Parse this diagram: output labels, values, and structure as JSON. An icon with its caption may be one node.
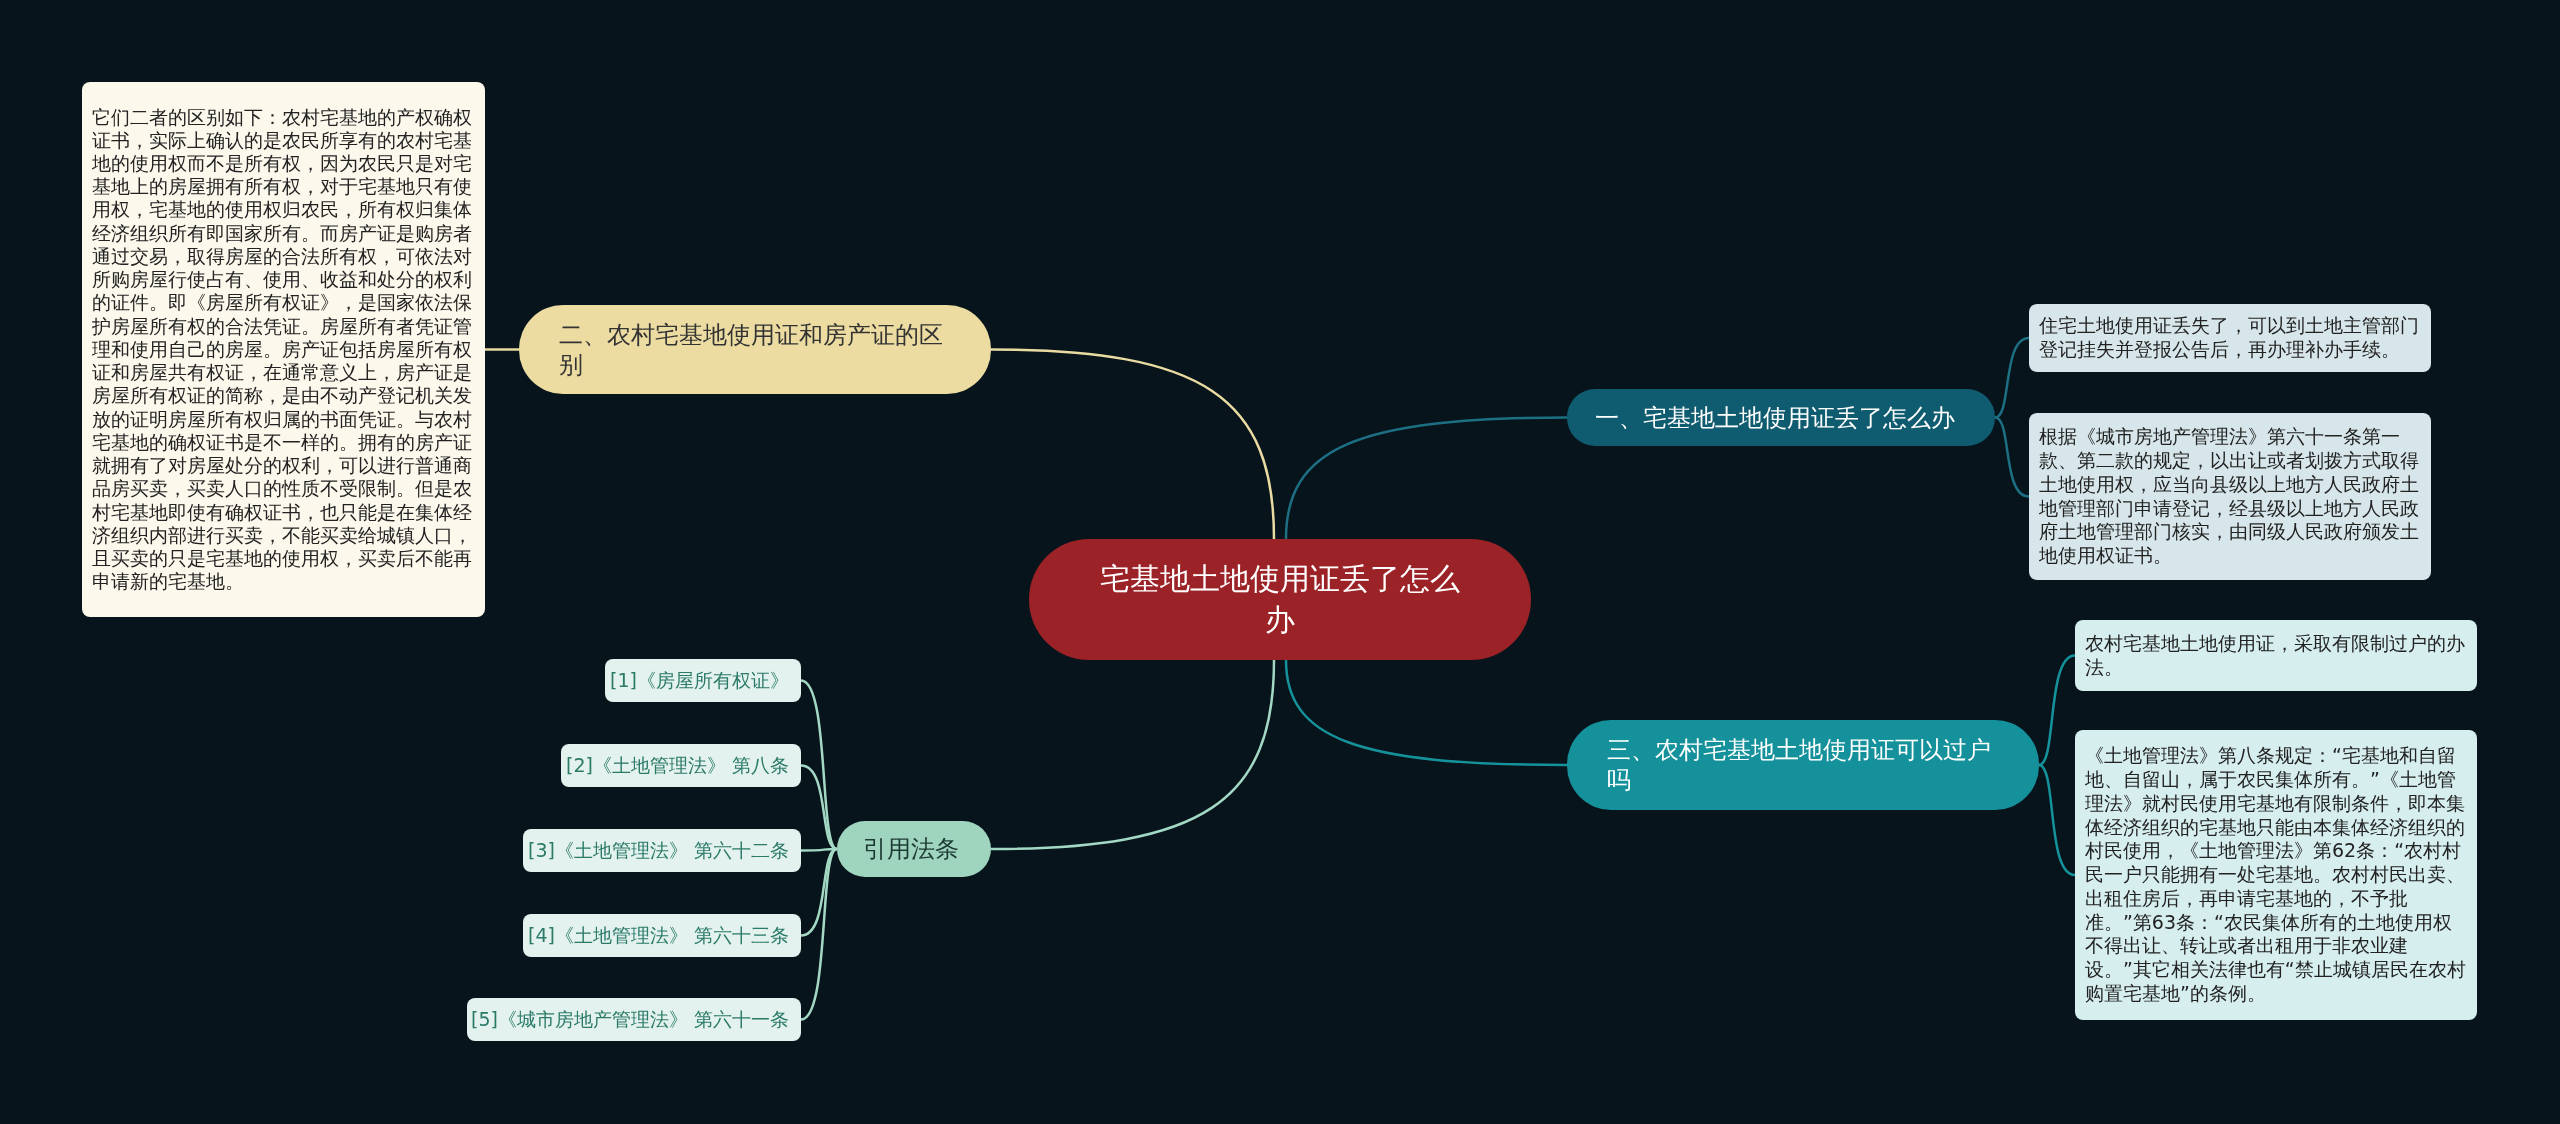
{
  "diagram": {
    "nodes": [
      {
        "text": [
          "宅基地土地使用证丢了怎么办"
        ]
      },
      {
        "text": [
          "一、宅基地土地使用证丢了怎么办"
        ]
      },
      {
        "text": [
          "住宅土地使用证丢失了，可以到土地主管部门登记挂失并登报公告后，再办理补办手续。"
        ]
      },
      {
        "text": [
          "根据《城市房地产管理法》第六十一条第一款、第二款的规定，以出让或者划拨方式取得土地使用权，应当向县级以上地方人民政府土地管理部门申请登记，经县级以上地方人民政府土地管理部门核实，由同级人民政府颁发土地使用权证书。"
        ]
      },
      {
        "text": [
          "二、农村宅基地使用证和房产证的区别"
        ]
      },
      {
        "text": [
          "它们二者的区别如下：农村宅基地的产权确权证书，实际上确认的是农民所享有的农村宅基地的使用权而不是所有权，因为农民只是对宅基地上的房屋拥有所有权，对于宅基地只有使用权，宅基地的使用权归农民，所有权归集体经济组织所有即国家所有。而房产证是购房者通过交易，取得房屋的合法所有权，可依法对所购房屋行使占有、使用、收益和处分的权利的证件。即《房屋所有权证》，是国家依法保护房屋所有权的合法凭证。房屋所有者凭证管理和使用自己的房屋。房产证包括房屋所有权证和房屋共有权证，在通常意义上，房产证是房屋所有权证的简称，是由不动产登记机关发放的证明房屋所有权归属的书面凭证。与农村宅基地的确权证书是不一样的。拥有的房产证就拥有了对房屋处分的权利，可以进行普通商品房买卖，买卖人口的性质不受限制。但是农村宅基地即使有确权证书，也只能是在集体经济组织内部进行买卖，不能买卖给城镇人口，且买卖的只是宅基地的使用权，买卖后不能再申请新的宅基地。"
        ]
      },
      {
        "text": [
          "三、农村宅基地土地使用证可以过户吗"
        ]
      },
      {
        "text": [
          "农村宅基地土地使用证，采取有限制过户的办法。"
        ]
      },
      {
        "text": [
          "《土地管理法》第八条规定：“宅基地和自留地、自留山，属于农民集体所有。”《土地管理法》就村民使用宅基地有限制条件，即本集体经济组织的宅基地只能由本集体经济组织的村民使用，《土地管理法》第62条：“农村村民一户只能拥有一处宅基地。农村村民出卖、出租住房后，再申请宅基地的，不予批准。”第63条：“农民集体所有的土地使用权不得出让、转让或者出租用于非农业建设。”其它相关法律也有“禁止城镇居民在农村购置宅基地”的条例。"
        ]
      },
      {
        "text": [
          "引用法条"
        ]
      },
      {
        "text": [
          "[1]《房屋所有权证》"
        ]
      },
      {
        "text": [
          "[2]《土地管理法》 第八条"
        ]
      },
      {
        "text": [
          "[3]《土地管理法》 第六十二条"
        ]
      },
      {
        "text": [
          "[4]《土地管理法》 第六十三条"
        ]
      },
      {
        "text": [
          "[5]《城市房地产管理法》 第六十一条"
        ]
      }
    ],
    "edges": [
      {
        "from": 0,
        "to": 1,
        "arrow": "none",
        "color": "#1d6f84"
      },
      {
        "from": 1,
        "to": 2,
        "arrow": "none",
        "color": "#1d6f84"
      },
      {
        "from": 1,
        "to": 3,
        "arrow": "none",
        "color": "#1d6f84"
      },
      {
        "from": 0,
        "to": 4,
        "arrow": "none",
        "color": "#eadba3"
      },
      {
        "from": 4,
        "to": 5,
        "arrow": "none",
        "color": "#eadba3"
      },
      {
        "from": 0,
        "to": 6,
        "arrow": "none",
        "color": "#15939c"
      },
      {
        "from": 6,
        "to": 7,
        "arrow": "none",
        "color": "#15939c"
      },
      {
        "from": 6,
        "to": 8,
        "arrow": "none",
        "color": "#15939c"
      },
      {
        "from": 0,
        "to": 9,
        "arrow": "none",
        "color": "#a3d9c4"
      },
      {
        "from": 9,
        "to": 10,
        "arrow": "none",
        "color": "#a3d9c4"
      },
      {
        "from": 9,
        "to": 11,
        "arrow": "none",
        "color": "#a3d9c4"
      },
      {
        "from": 9,
        "to": 12,
        "arrow": "none",
        "color": "#a3d9c4"
      },
      {
        "from": 9,
        "to": 13,
        "arrow": "none",
        "color": "#a3d9c4"
      },
      {
        "from": 9,
        "to": 14,
        "arrow": "none",
        "color": "#a3d9c4"
      }
    ]
  }
}
